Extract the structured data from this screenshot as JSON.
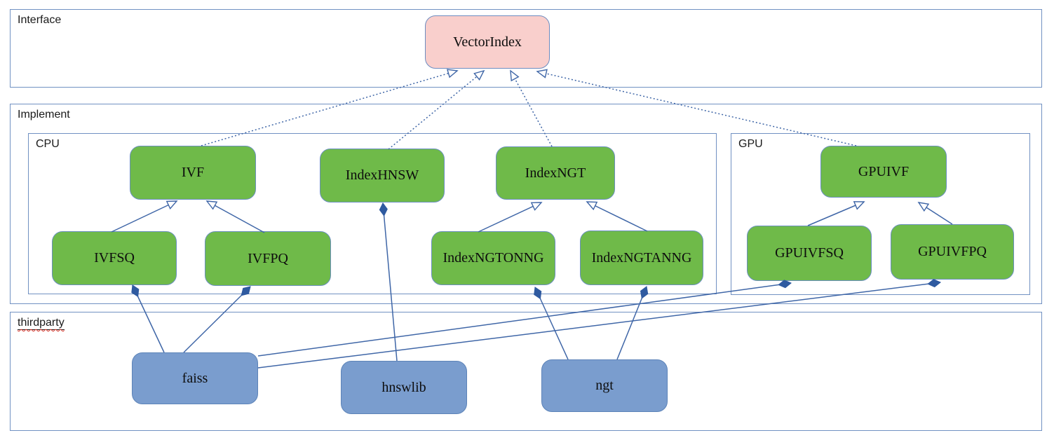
{
  "diagram": {
    "kind": "uml-class-architecture-diagram",
    "containers": {
      "interface": {
        "label": "Interface"
      },
      "implement": {
        "label": "Implement"
      },
      "cpu": {
        "label": "CPU"
      },
      "gpu": {
        "label": "GPU"
      },
      "thirdparty": {
        "label": "thirdparty"
      }
    },
    "nodes": {
      "vectorindex": {
        "label": "VectorIndex",
        "group": "interface"
      },
      "ivf": {
        "label": "IVF",
        "group": "cpu"
      },
      "indexhnsw": {
        "label": "IndexHNSW",
        "group": "cpu"
      },
      "indexngt": {
        "label": "IndexNGT",
        "group": "cpu"
      },
      "ivfsq": {
        "label": "IVFSQ",
        "group": "cpu"
      },
      "ivfpq": {
        "label": "IVFPQ",
        "group": "cpu"
      },
      "indexngtonng": {
        "label": "IndexNGTONNG",
        "group": "cpu"
      },
      "indexngtanng": {
        "label": "IndexNGTANNG",
        "group": "cpu"
      },
      "gpuivf": {
        "label": "GPUIVF",
        "group": "gpu"
      },
      "gpuivfsq": {
        "label": "GPUIVFSQ",
        "group": "gpu"
      },
      "gpuivfpq": {
        "label": "GPUIVFPQ",
        "group": "gpu"
      },
      "faiss": {
        "label": "faiss",
        "group": "thirdparty"
      },
      "hnswlib": {
        "label": "hnswlib",
        "group": "thirdparty"
      },
      "ngt": {
        "label": "ngt",
        "group": "thirdparty"
      }
    },
    "edges": [
      {
        "from": "IVF",
        "to": "VectorIndex",
        "type": "realization-dashed-hollow-arrow"
      },
      {
        "from": "IndexHNSW",
        "to": "VectorIndex",
        "type": "realization-dashed-hollow-arrow"
      },
      {
        "from": "IndexNGT",
        "to": "VectorIndex",
        "type": "realization-dashed-hollow-arrow"
      },
      {
        "from": "GPUIVF",
        "to": "VectorIndex",
        "type": "realization-dashed-hollow-arrow"
      },
      {
        "from": "IVFSQ",
        "to": "IVF",
        "type": "generalization-hollow-arrow"
      },
      {
        "from": "IVFPQ",
        "to": "IVF",
        "type": "generalization-hollow-arrow"
      },
      {
        "from": "IndexNGTONNG",
        "to": "IndexNGT",
        "type": "generalization-hollow-arrow"
      },
      {
        "from": "IndexNGTANNG",
        "to": "IndexNGT",
        "type": "generalization-hollow-arrow"
      },
      {
        "from": "GPUIVFSQ",
        "to": "GPUIVF",
        "type": "generalization-hollow-arrow"
      },
      {
        "from": "GPUIVFPQ",
        "to": "GPUIVF",
        "type": "generalization-hollow-arrow"
      },
      {
        "from": "faiss",
        "to": "IVFSQ",
        "type": "composition-filled-diamond"
      },
      {
        "from": "faiss",
        "to": "IVFPQ",
        "type": "composition-filled-diamond"
      },
      {
        "from": "faiss",
        "to": "GPUIVFSQ",
        "type": "composition-filled-diamond"
      },
      {
        "from": "faiss",
        "to": "GPUIVFPQ",
        "type": "composition-filled-diamond"
      },
      {
        "from": "hnswlib",
        "to": "IndexHNSW",
        "type": "composition-filled-diamond"
      },
      {
        "from": "ngt",
        "to": "IndexNGTONNG",
        "type": "composition-filled-diamond"
      },
      {
        "from": "ngt",
        "to": "IndexNGTANNG",
        "type": "composition-filled-diamond"
      }
    ],
    "colors": {
      "interface_node_fill": "#f9cfcc",
      "implement_node_fill": "#6fba49",
      "thirdparty_node_fill": "#7a9dce",
      "container_border": "#7191c2",
      "edge_stroke": "#3f66a7",
      "diamond_fill": "#2f5aa0",
      "spellcheck_wavy": "#d93025"
    }
  }
}
